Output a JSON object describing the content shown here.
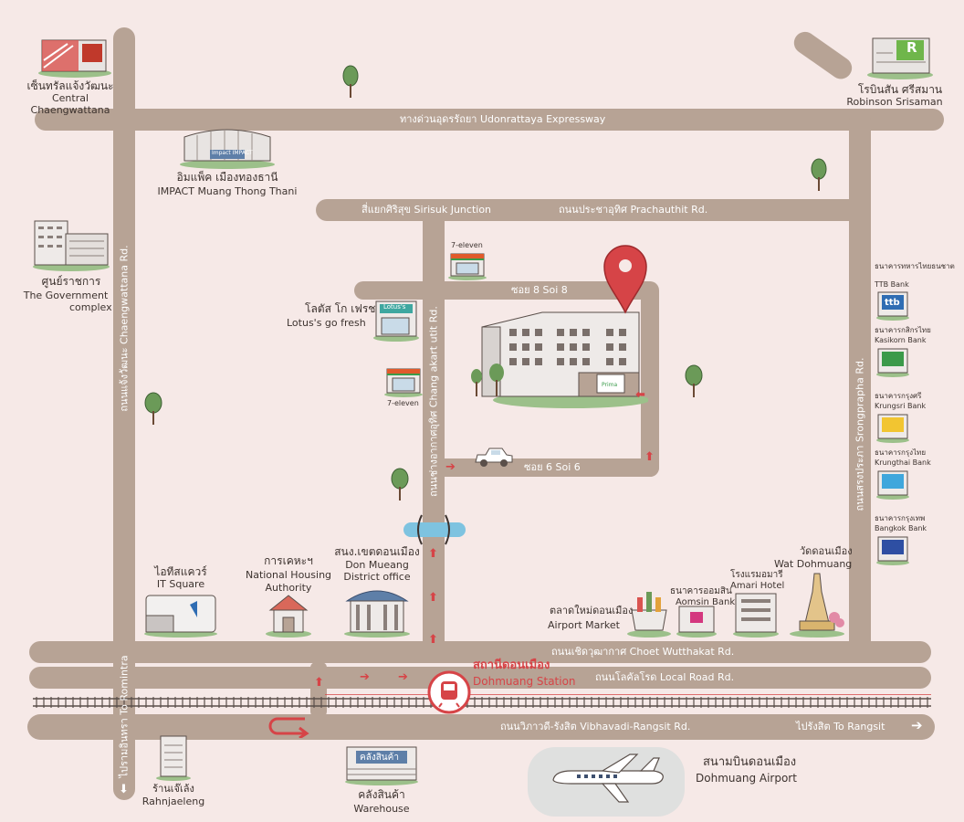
{
  "landmarks": {
    "central": {
      "th": "เซ็นทรัลแจ้งวัฒนะ",
      "en": "Central Chaengwattana"
    },
    "impact": {
      "th": "อิมแพ็ค เมืองทองธานี",
      "en": "IMPACT Muang Thong Thani",
      "sign": "Impact IMPACT"
    },
    "government": {
      "th": "ศูนย์ราชการ",
      "en1": "The Government",
      "en2": "complex"
    },
    "robinson": {
      "th": "โรบินสัน ศรีสมาน",
      "en": "Robinson Srisaman",
      "sign": "R"
    },
    "lotus": {
      "th": "โลตัส โก เฟรช",
      "en": "Lotus's go fresh",
      "sign": "Lotus's"
    },
    "seven_top": {
      "label": "7-eleven"
    },
    "seven_mid": {
      "label": "7-eleven"
    },
    "it_square": {
      "th": "ไอทีสแควร์",
      "en": "IT Square"
    },
    "nha": {
      "th": "การเคหะฯ",
      "en1": "National Housing",
      "en2": "Authority"
    },
    "district": {
      "th": "สนง.เขตดอนเมือง",
      "en1": "Don Mueang",
      "en2": "District office"
    },
    "airport_market": {
      "th": "ตลาดใหม่ดอนเมือง",
      "en": "Airport Market"
    },
    "aomsin": {
      "th": "ธนาคารออมสิน",
      "en": "Aomsin Bank"
    },
    "amari": {
      "th": "โรงแรมอมารี",
      "en": "Amari Hotel"
    },
    "wat": {
      "th": "วัดดอนเมือง",
      "en": "Wat Dohmuang"
    },
    "station": {
      "th": "สถานีดอนเมือง",
      "en": "Dohmuang Station"
    },
    "rahnjaeleng": {
      "th": "ร้านเจ๊เล้ง",
      "en": "Rahnjaeleng"
    },
    "warehouse": {
      "th": "คลังสินค้า",
      "en": "Warehouse",
      "sign": "คลังสินค้า"
    },
    "airport": {
      "th": "สนามบินดอนเมือง",
      "en": "Dohmuang Airport"
    },
    "hotel": {
      "sign": "Prima"
    }
  },
  "banks": [
    {
      "th": "ธนาคารทหารไทยธนชาต",
      "en": "TTB Bank",
      "color": "#2f6db3",
      "logo": "ttb"
    },
    {
      "th": "ธนาคารกสิกรไทย",
      "en": "Kasikorn Bank",
      "color": "#3b9a4a",
      "logo": ""
    },
    {
      "th": "ธนาคารกรุงศรี",
      "en": "Krungsri Bank",
      "color": "#f2c531",
      "logo": ""
    },
    {
      "th": "ธนาคารกรุงไทย",
      "en": "Krungthai Bank",
      "color": "#3fa7dc",
      "logo": ""
    },
    {
      "th": "ธนาคารกรุงเทพ",
      "en": "Bangkok Bank",
      "color": "#2e4fa3",
      "logo": ""
    }
  ],
  "roads": {
    "expressway": "ทางด่วนอุดรรัถยา Udonrattaya Expressway",
    "sirisuk": "สี่แยกศิริสุข Sirisuk Junction",
    "prachauthit": "ถนนประชาอุทิศ Prachauthit Rd.",
    "soi8": "ซอย 8 Soi 8",
    "soi6": "ซอย 6 Soi 6",
    "chaengwattana": "ถนนแจ้งวัฒนะ Chaengwattana Rd.",
    "chang_akart": "ถนนช่างอากาศอุทิศ Chang akart utit Rd.",
    "srongprapha": "ถนนสรงประภา Srongprapha Rd.",
    "choet": "ถนนเชิดวุฒากาศ Choet Wutthakat Rd.",
    "local": "ถนนโลคัลโรด Local Road Rd.",
    "vibhavadi": "ถนนวิภาวดี-รังสิต Vibhavadi-Rangsit Rd.",
    "to_rangsit": "ไปรังสิต To Rangsit",
    "to_romintra": "ไปรามอินทรา To Romintra"
  },
  "colors": {
    "bg": "#f6e9e7",
    "road": "#b7a395",
    "accent": "#d64447",
    "tree": "#6b9a58"
  }
}
